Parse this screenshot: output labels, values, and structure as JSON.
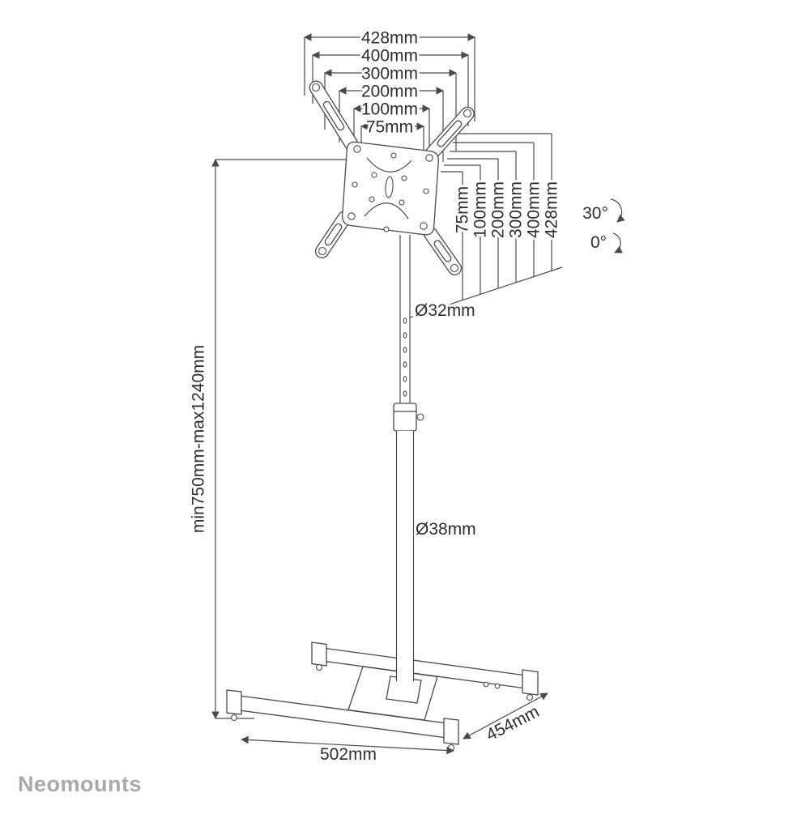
{
  "brand": "Neomounts",
  "dimensions": {
    "widths": [
      "428mm",
      "400mm",
      "300mm",
      "200mm",
      "100mm",
      "75mm"
    ],
    "heights": [
      "75mm",
      "100mm",
      "200mm",
      "300mm",
      "400mm",
      "428mm"
    ],
    "tilt_max": "30°",
    "tilt_min": "0°",
    "upper_pole_diameter": "Ø32mm",
    "lower_pole_diameter": "Ø38mm",
    "height_range": "min750mm-max1240mm",
    "base_depth": "502mm",
    "base_width": "454mm"
  }
}
